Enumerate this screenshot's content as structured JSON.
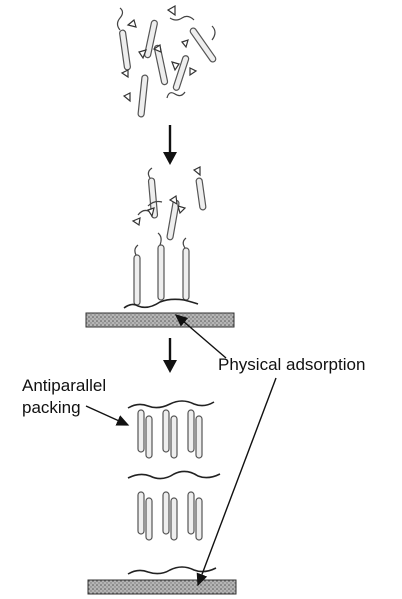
{
  "labels": {
    "physical_adsorption": "Physical adsorption",
    "antiparallel_line1": "Antiparallel",
    "antiparallel_line2": "packing"
  },
  "colors": {
    "ink": "#1a1a1a",
    "rod_fill": "#f2f2f2",
    "rod_stroke": "#666666",
    "substrate_fill": "#9a9a9a"
  },
  "icons": [
    "down-arrow-icon",
    "arrow-pointer-icon"
  ]
}
